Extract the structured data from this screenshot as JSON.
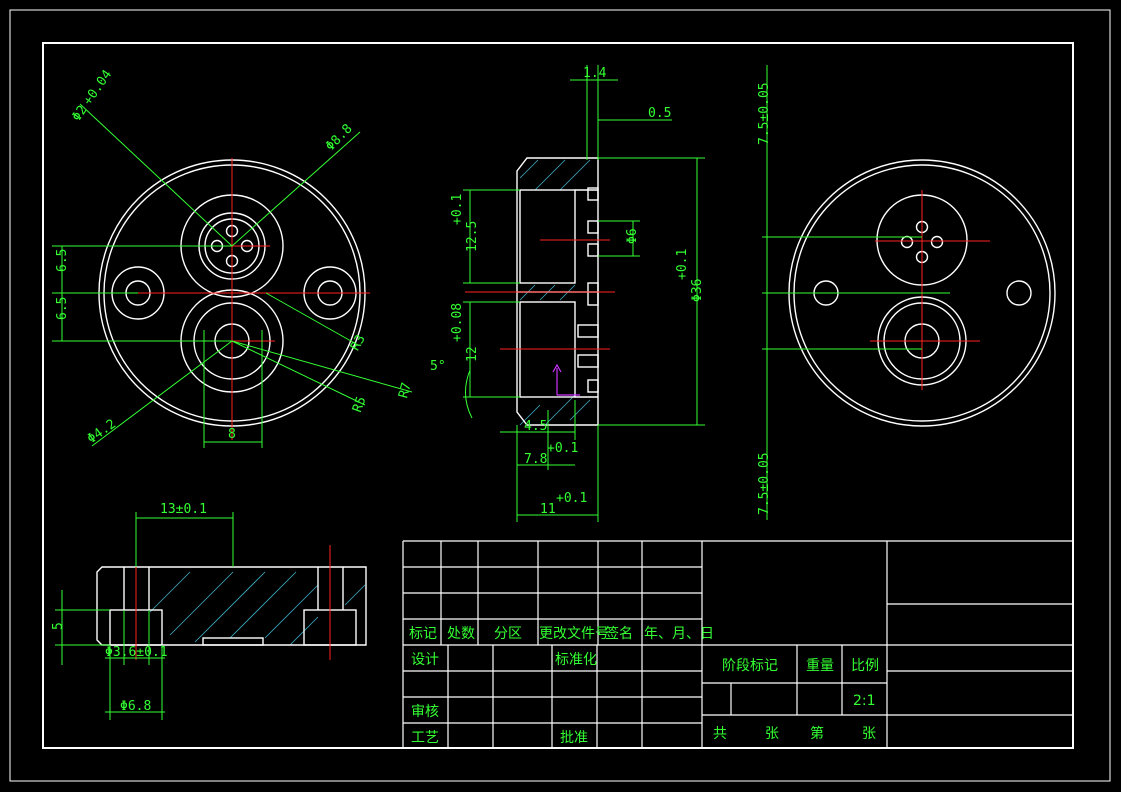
{
  "colors": {
    "background": "#000000",
    "outline": "#ffffff",
    "dimension": "#33ff33",
    "centerline": "#ff2222",
    "hatch": "#3fb0c8",
    "marker": "#cc33ff"
  },
  "dimensions": {
    "front_hole_dia": "Φ2",
    "front_hole_tol": "+0.04",
    "front_circle_dia": "Φ8.8",
    "front_h1": "6.5",
    "front_h2": "6.5",
    "front_radius_large": "R7",
    "front_radius_small": "R5",
    "front_bottom_dia": "Φ4.2",
    "front_width": "8",
    "front_r3": "R3",
    "section_top": "1.4",
    "section_step": "0.5",
    "section_upper": "12.5",
    "section_upper_tol": "+0.1",
    "section_small_dia": "Φ6",
    "section_overall_dia": "Φ36",
    "section_overall_tol": "+0.1",
    "section_lower": "12",
    "section_lower_tol": "+0.08",
    "section_angle": "5°",
    "section_w1": "4.5",
    "section_w2": "7.8",
    "section_w2_tol": "+0.1",
    "section_w3": "11",
    "section_w3_tol": "+0.1",
    "right_top_dim": "7.5±0.05",
    "right_bottom_dim": "7.5±0.05",
    "bottom_span": "13±0.1",
    "bottom_height": "5",
    "bottom_small_dia": "Φ3.6±0.1",
    "bottom_large_dia": "Φ6.8"
  },
  "title_block": {
    "row_labels": [
      "标记",
      "处数",
      "分区",
      "更改文件号",
      "签名",
      "年、月、日"
    ],
    "design": "设计",
    "standard": "标准化",
    "review": "审核",
    "process": "工艺",
    "approve": "批准",
    "stage_mark": "阶段标记",
    "weight": "重量",
    "scale_label": "比例",
    "scale_value": "2:1",
    "total": "共",
    "sheet1": "张",
    "page": "第",
    "sheet2": "张"
  }
}
